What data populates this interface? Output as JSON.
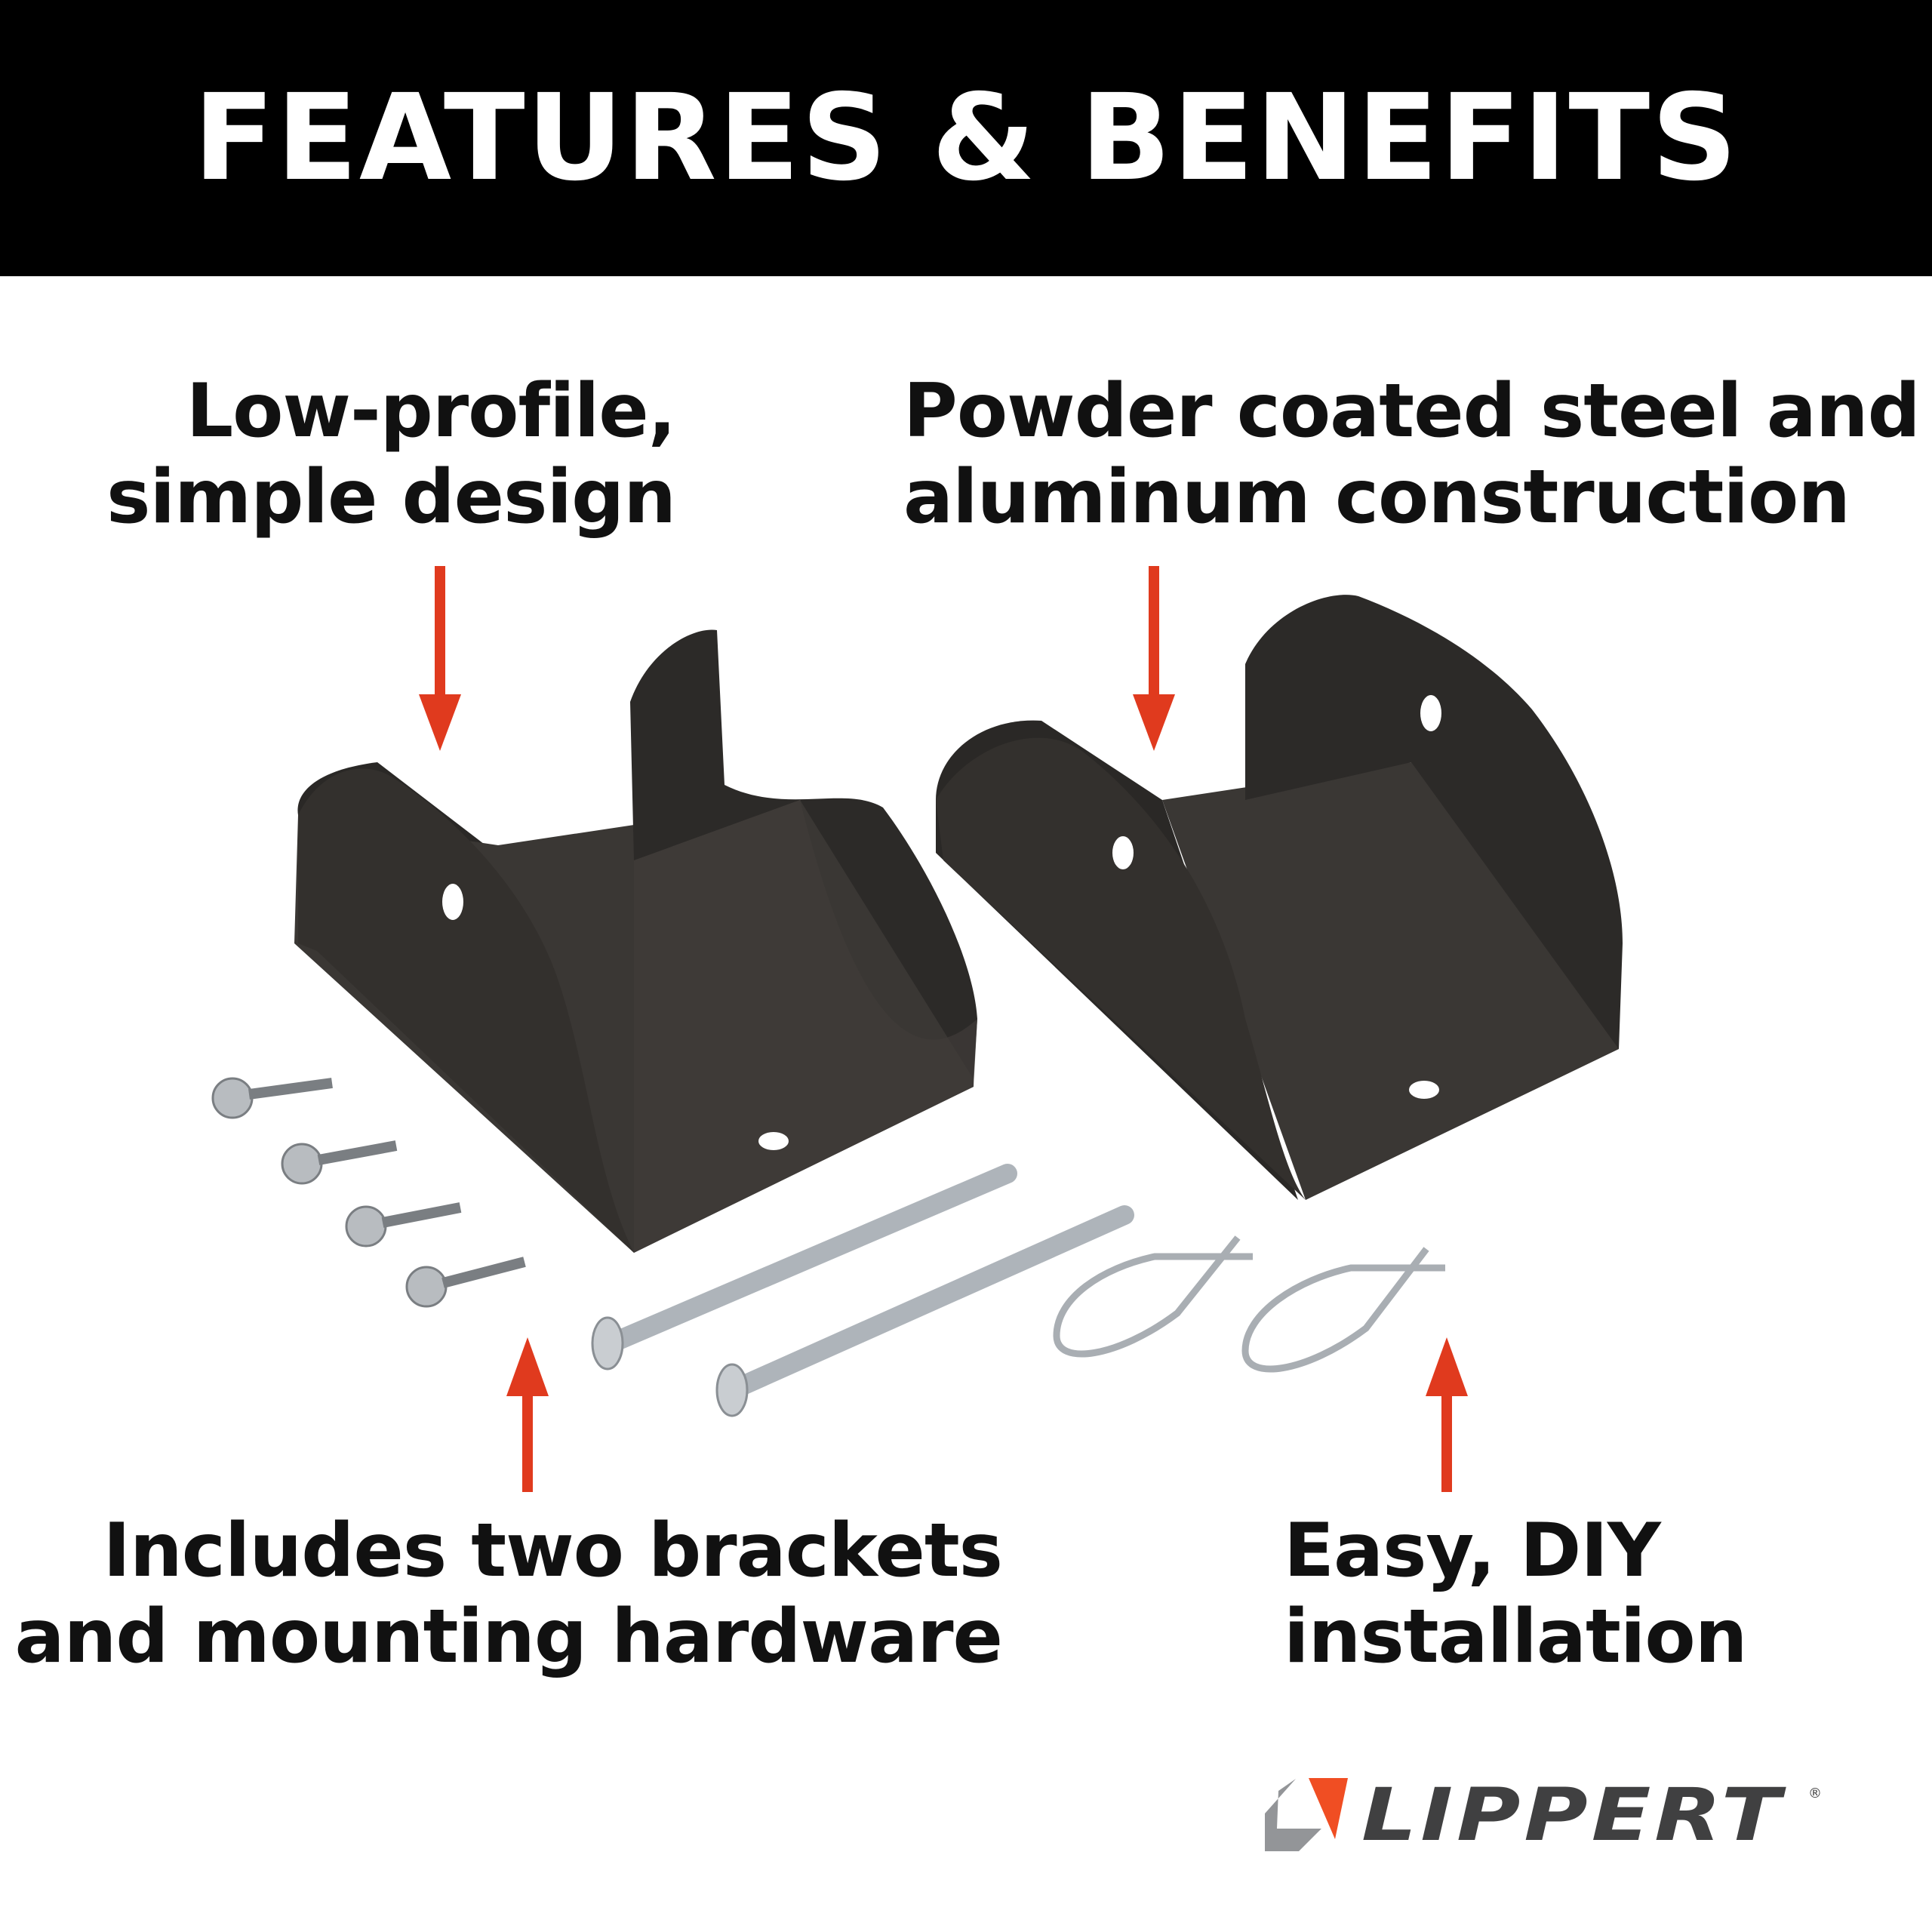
{
  "header": {
    "title": "FEATURES & BENEFITS"
  },
  "callouts": {
    "low_profile": {
      "line1": "Low-profile,",
      "line2": "simple design"
    },
    "powder_coated": {
      "line1": "Powder coated steel and",
      "line2": "aluminum construction"
    },
    "includes": {
      "line1": "Includes two brackets",
      "line2": "and mounting hardware"
    },
    "easy_diy": {
      "line1": "Easy, DIY",
      "line2": "installation"
    }
  },
  "brand": {
    "name": "LIPPERT",
    "registered": "®"
  },
  "colors": {
    "arrow": "#e03a1e",
    "header_bg": "#000000",
    "logo_orange": "#f04e23",
    "logo_gray": "#939598",
    "logo_text": "#404041"
  }
}
